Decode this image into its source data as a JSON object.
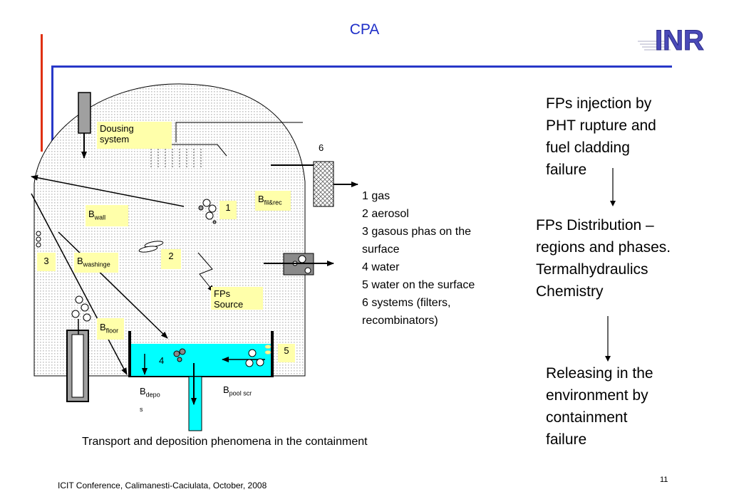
{
  "title": "CPA",
  "logo_text": "INR",
  "diagram": {
    "dousing_line1": "Dousing",
    "dousing_line2": "system",
    "label_6": "6",
    "region_1": "1",
    "region_2": "2",
    "region_3": "3",
    "region_4": "4",
    "region_5": "5",
    "b_fil_main": "B",
    "b_fil_sub": "fil&rec",
    "b_wall_main": "B",
    "b_wall_sub": "wall",
    "b_wash_main": "B",
    "b_wash_sub": "washinge",
    "b_floor_main": "B",
    "b_floor_sub": "floor",
    "b_depos_main": "B",
    "b_depos_sub": "depo",
    "b_depos_tail": "s",
    "b_pool_main": "B",
    "b_pool_sub": "pool scr",
    "fps_line1": "FPs",
    "fps_line2": "Source"
  },
  "legend": [
    "1 gas",
    "2 aerosol",
    "3 gasous phas on the",
    "surface",
    "4 water",
    "5 water on the surface",
    "6 systems (filters,",
    "recombinators)"
  ],
  "flow": {
    "step1": [
      "FPs injection by",
      "PHT rupture and",
      "fuel cladding",
      "failure"
    ],
    "step2": [
      "FPs Distribution –",
      "regions and phases.",
      "Termalhydraulics",
      "Chemistry"
    ],
    "step3": [
      "Releasing in the",
      "environment by",
      "containment",
      "failure"
    ]
  },
  "caption": "Transport and deposition phenomena in the containment",
  "footer": "ICIT Conference, Calimanesti-Caciulata, October, 2008",
  "page_number": "11",
  "colors": {
    "title": "#1f2fc8",
    "accent_red": "#e03010",
    "accent_blue": "#2838c8",
    "water": "#00ffff",
    "label_bg": "#ffffaa"
  }
}
